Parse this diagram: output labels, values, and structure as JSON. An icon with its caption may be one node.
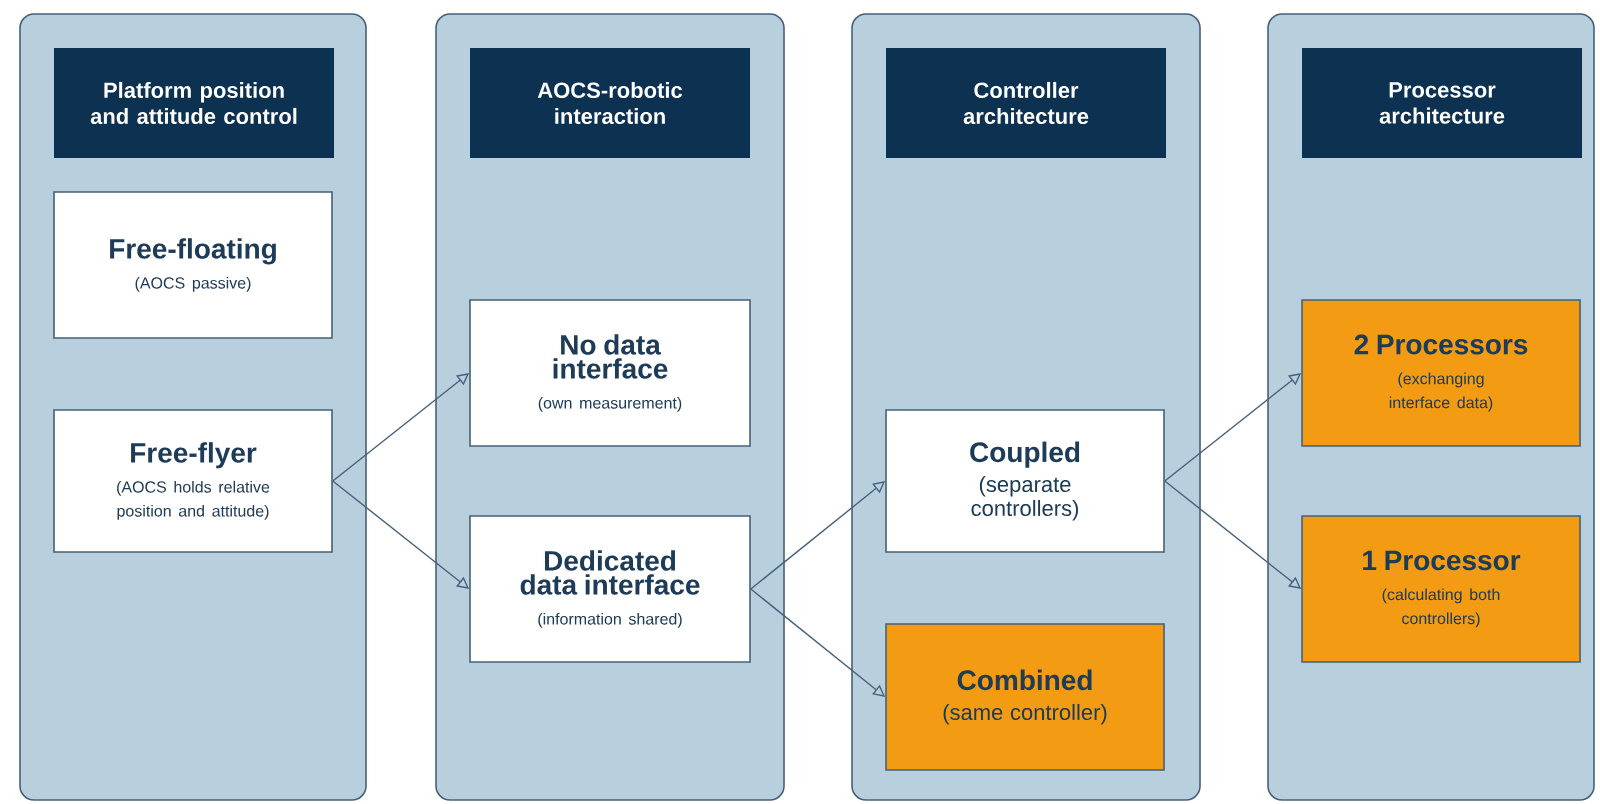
{
  "diagram": {
    "nodes": [
      {
        "text": [],
        "shape": "box"
      },
      {
        "text": [
          "Platform position and attitude control"
        ],
        "in": 0
      },
      {
        "text": [
          "Free-floating",
          "(AOCS passive)"
        ],
        "in": 0
      },
      {
        "text": [
          "Free-flyer",
          "(AOCS holds relative position and attitude)"
        ],
        "in": 0
      },
      {
        "text": [],
        "shape": "box"
      },
      {
        "text": [
          "AOCS-robotic interaction"
        ],
        "in": 4
      },
      {
        "text": [
          "No data interface",
          "(own measurement)"
        ],
        "in": 4
      },
      {
        "text": [
          "Dedicated data interface",
          "(information shared)"
        ],
        "in": 4
      },
      {
        "text": [],
        "shape": "box"
      },
      {
        "text": [
          "Controller architecture"
        ],
        "in": 8
      },
      {
        "text": [
          "Coupled",
          "(separate controllers)"
        ],
        "in": 8
      },
      {
        "text": [
          "Combined",
          "(same controller)"
        ],
        "in": 8
      },
      {
        "text": [],
        "shape": "box"
      },
      {
        "text": [
          "Processor architecture"
        ],
        "in": 12
      },
      {
        "text": [
          "2 Processors",
          "(exchanging interface data)"
        ],
        "in": 12
      },
      {
        "text": [
          "1 Processor",
          "(calculating both controllers)"
        ],
        "in": 12
      }
    ],
    "edges": [
      {
        "from": 3,
        "to": 6,
        "arrow": "to"
      },
      {
        "from": 3,
        "to": 7,
        "arrow": "to"
      },
      {
        "from": 7,
        "to": 10,
        "arrow": "to"
      },
      {
        "from": 7,
        "to": 11,
        "arrow": "to"
      },
      {
        "from": 10,
        "to": 14,
        "arrow": "to"
      },
      {
        "from": 10,
        "to": 15,
        "arrow": "to"
      }
    ]
  }
}
